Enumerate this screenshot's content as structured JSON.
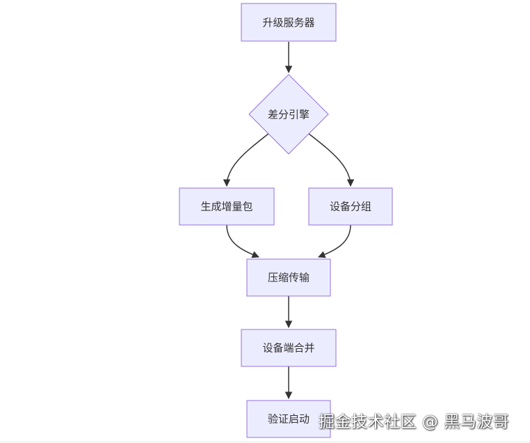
{
  "nodes": {
    "upgrade": "升级服务器",
    "diff": "差分引擎",
    "generate": "生成增量包",
    "group": "设备分组",
    "compress": "压缩传输",
    "merge": "设备端合并",
    "verify": "验证启动"
  },
  "edges": [
    [
      "upgrade",
      "diff"
    ],
    [
      "diff",
      "generate"
    ],
    [
      "diff",
      "group"
    ],
    [
      "generate",
      "compress"
    ],
    [
      "group",
      "compress"
    ],
    [
      "compress",
      "merge"
    ],
    [
      "merge",
      "verify"
    ]
  ],
  "colors": {
    "node_fill": "#ECECFF",
    "node_stroke": "#9370DB",
    "edge": "#333333",
    "text": "#333333"
  },
  "watermark": "掘金技术社区 @ 黑马波哥"
}
